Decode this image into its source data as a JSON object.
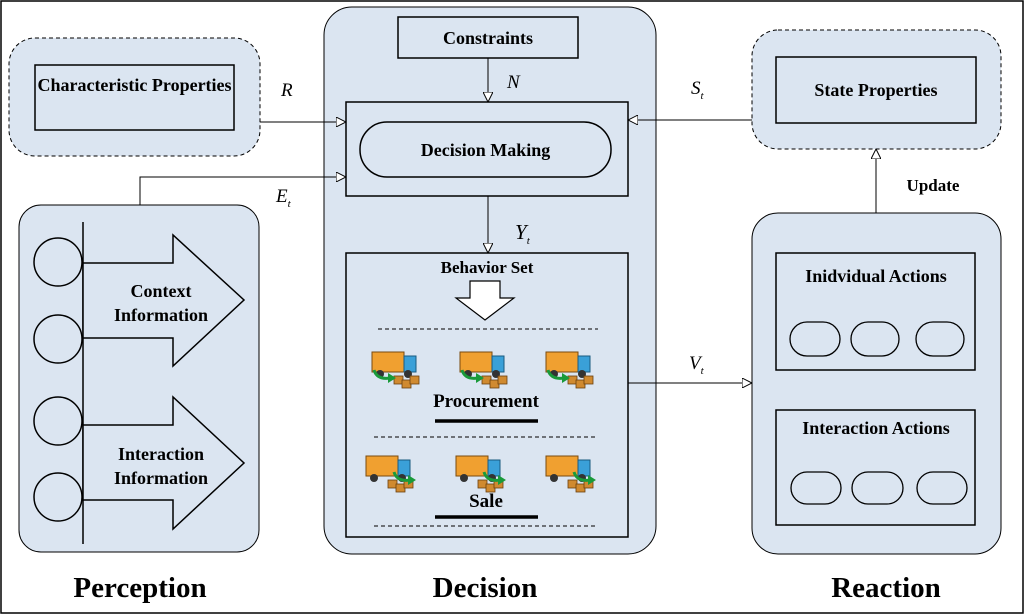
{
  "colors": {
    "panel_fill": "#dbe5f1",
    "stroke": "#000000",
    "background": "#ffffff",
    "truck_orange": "#f0a030",
    "truck_cab": "#3aa0d8",
    "arrow_green": "#1a9a3a"
  },
  "perception": {
    "title": "Perception",
    "characteristic_properties": "Characteristic Properties",
    "context_information": "Context Information",
    "interaction_information": "Interaction Information"
  },
  "decision": {
    "title": "Decision",
    "constraints": "Constraints",
    "decision_making": "Decision Making",
    "behavior_set": "Behavior Set",
    "procurement": "Procurement",
    "sale": "Sale"
  },
  "reaction": {
    "title": "Reaction",
    "state_properties": "State Properties",
    "update": "Update",
    "individual_actions": "Inidvidual Actions",
    "interaction_actions": "Interaction Actions"
  },
  "symbols": {
    "R": "R",
    "N": "N",
    "S": "S",
    "S_sub": "t",
    "E": "E",
    "E_sub": "t",
    "Y": "Y",
    "Y_sub": "t",
    "V": "V",
    "V_sub": "t"
  },
  "icons": [
    "truck-icon",
    "arrow-icon"
  ]
}
